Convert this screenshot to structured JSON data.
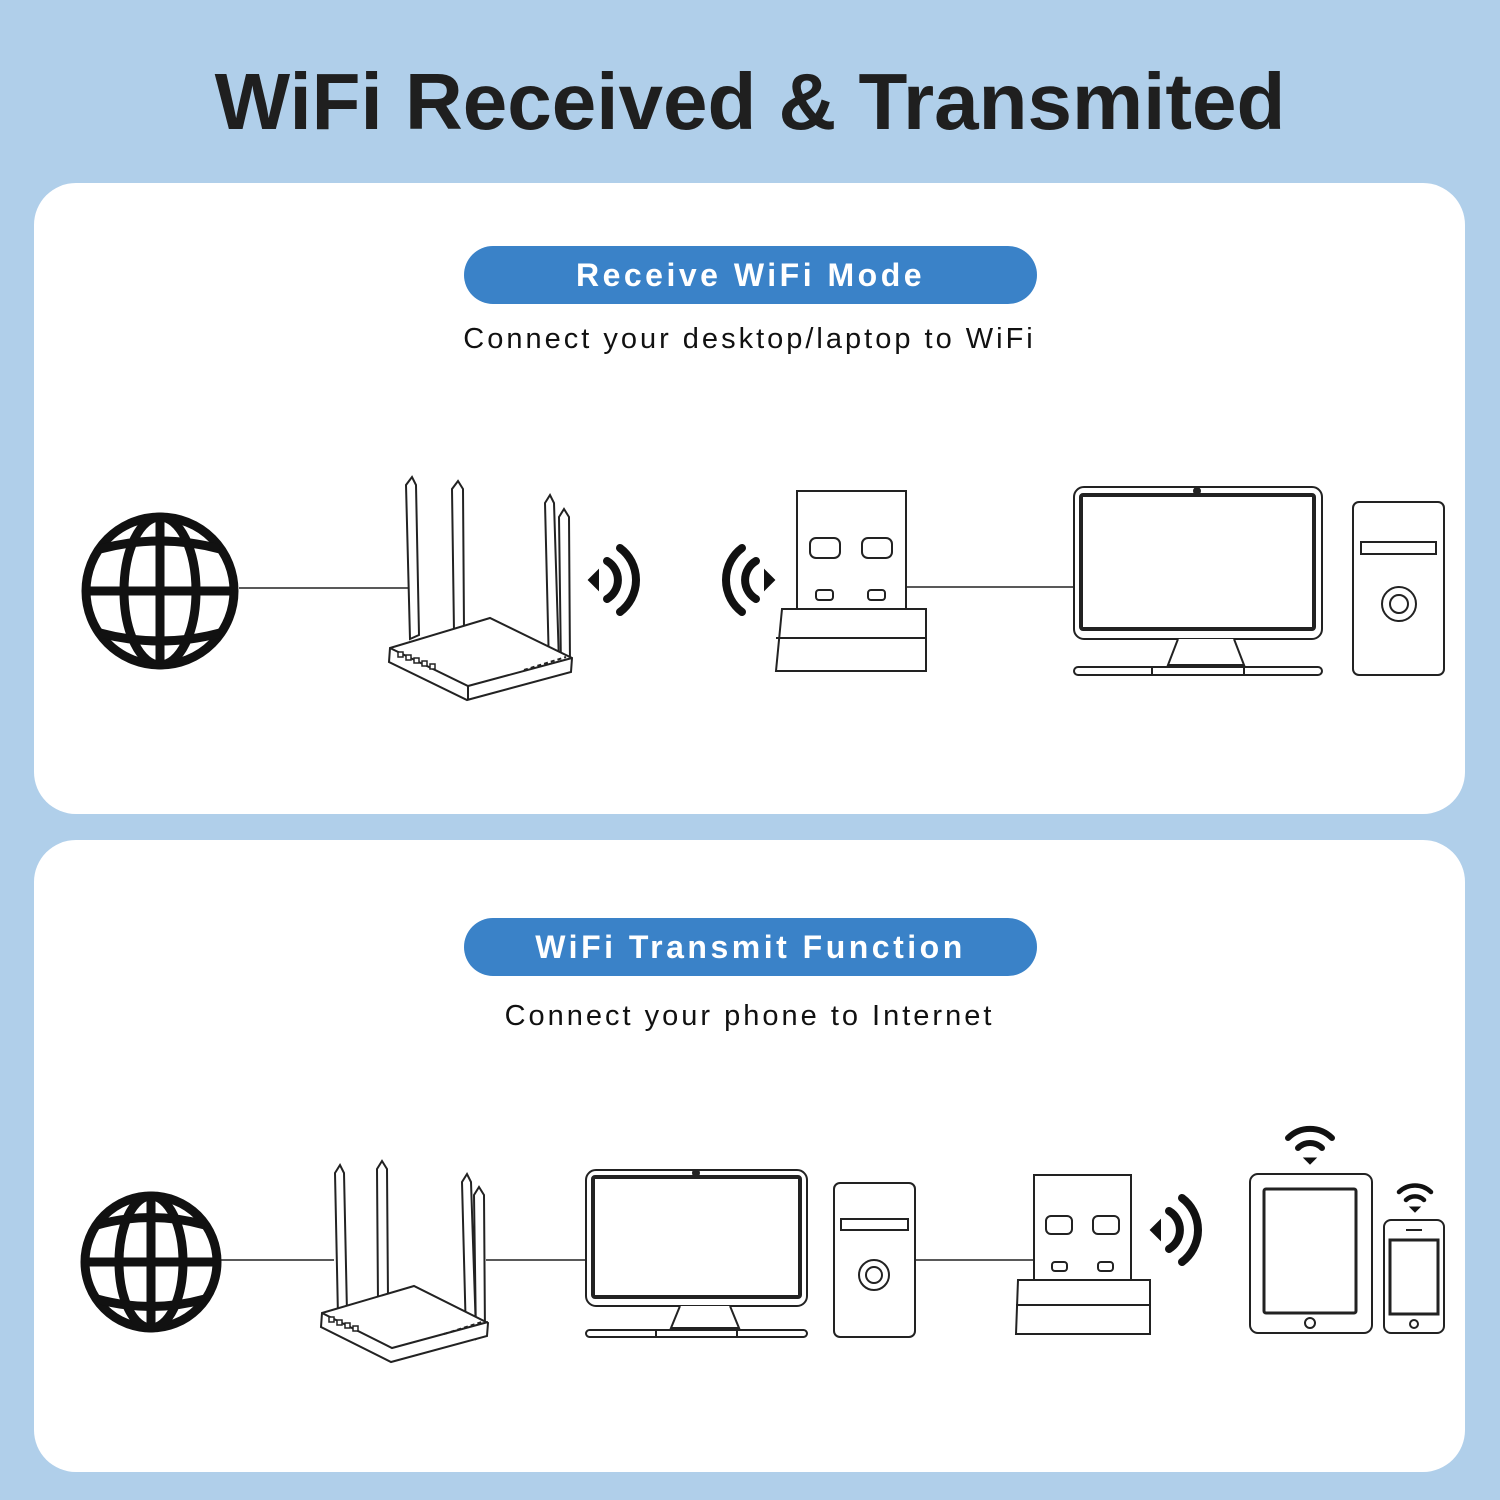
{
  "header": {
    "title": "WiFi Received & Transmited"
  },
  "receive": {
    "mode_label": "Receive WiFi Mode",
    "description": "Connect your desktop/laptop to WiFi"
  },
  "transmit": {
    "mode_label": "WiFi Transmit Function",
    "description": "Connect your phone to Internet"
  },
  "icons": [
    "globe-icon",
    "router-icon",
    "wifi-signal-icon",
    "usb-adapter-icon",
    "monitor-icon",
    "pc-tower-icon",
    "tablet-icon",
    "phone-icon"
  ],
  "colors": {
    "background": "#b0cfea",
    "panel": "#ffffff",
    "pill": "#3a82c8",
    "ink": "#111111"
  }
}
